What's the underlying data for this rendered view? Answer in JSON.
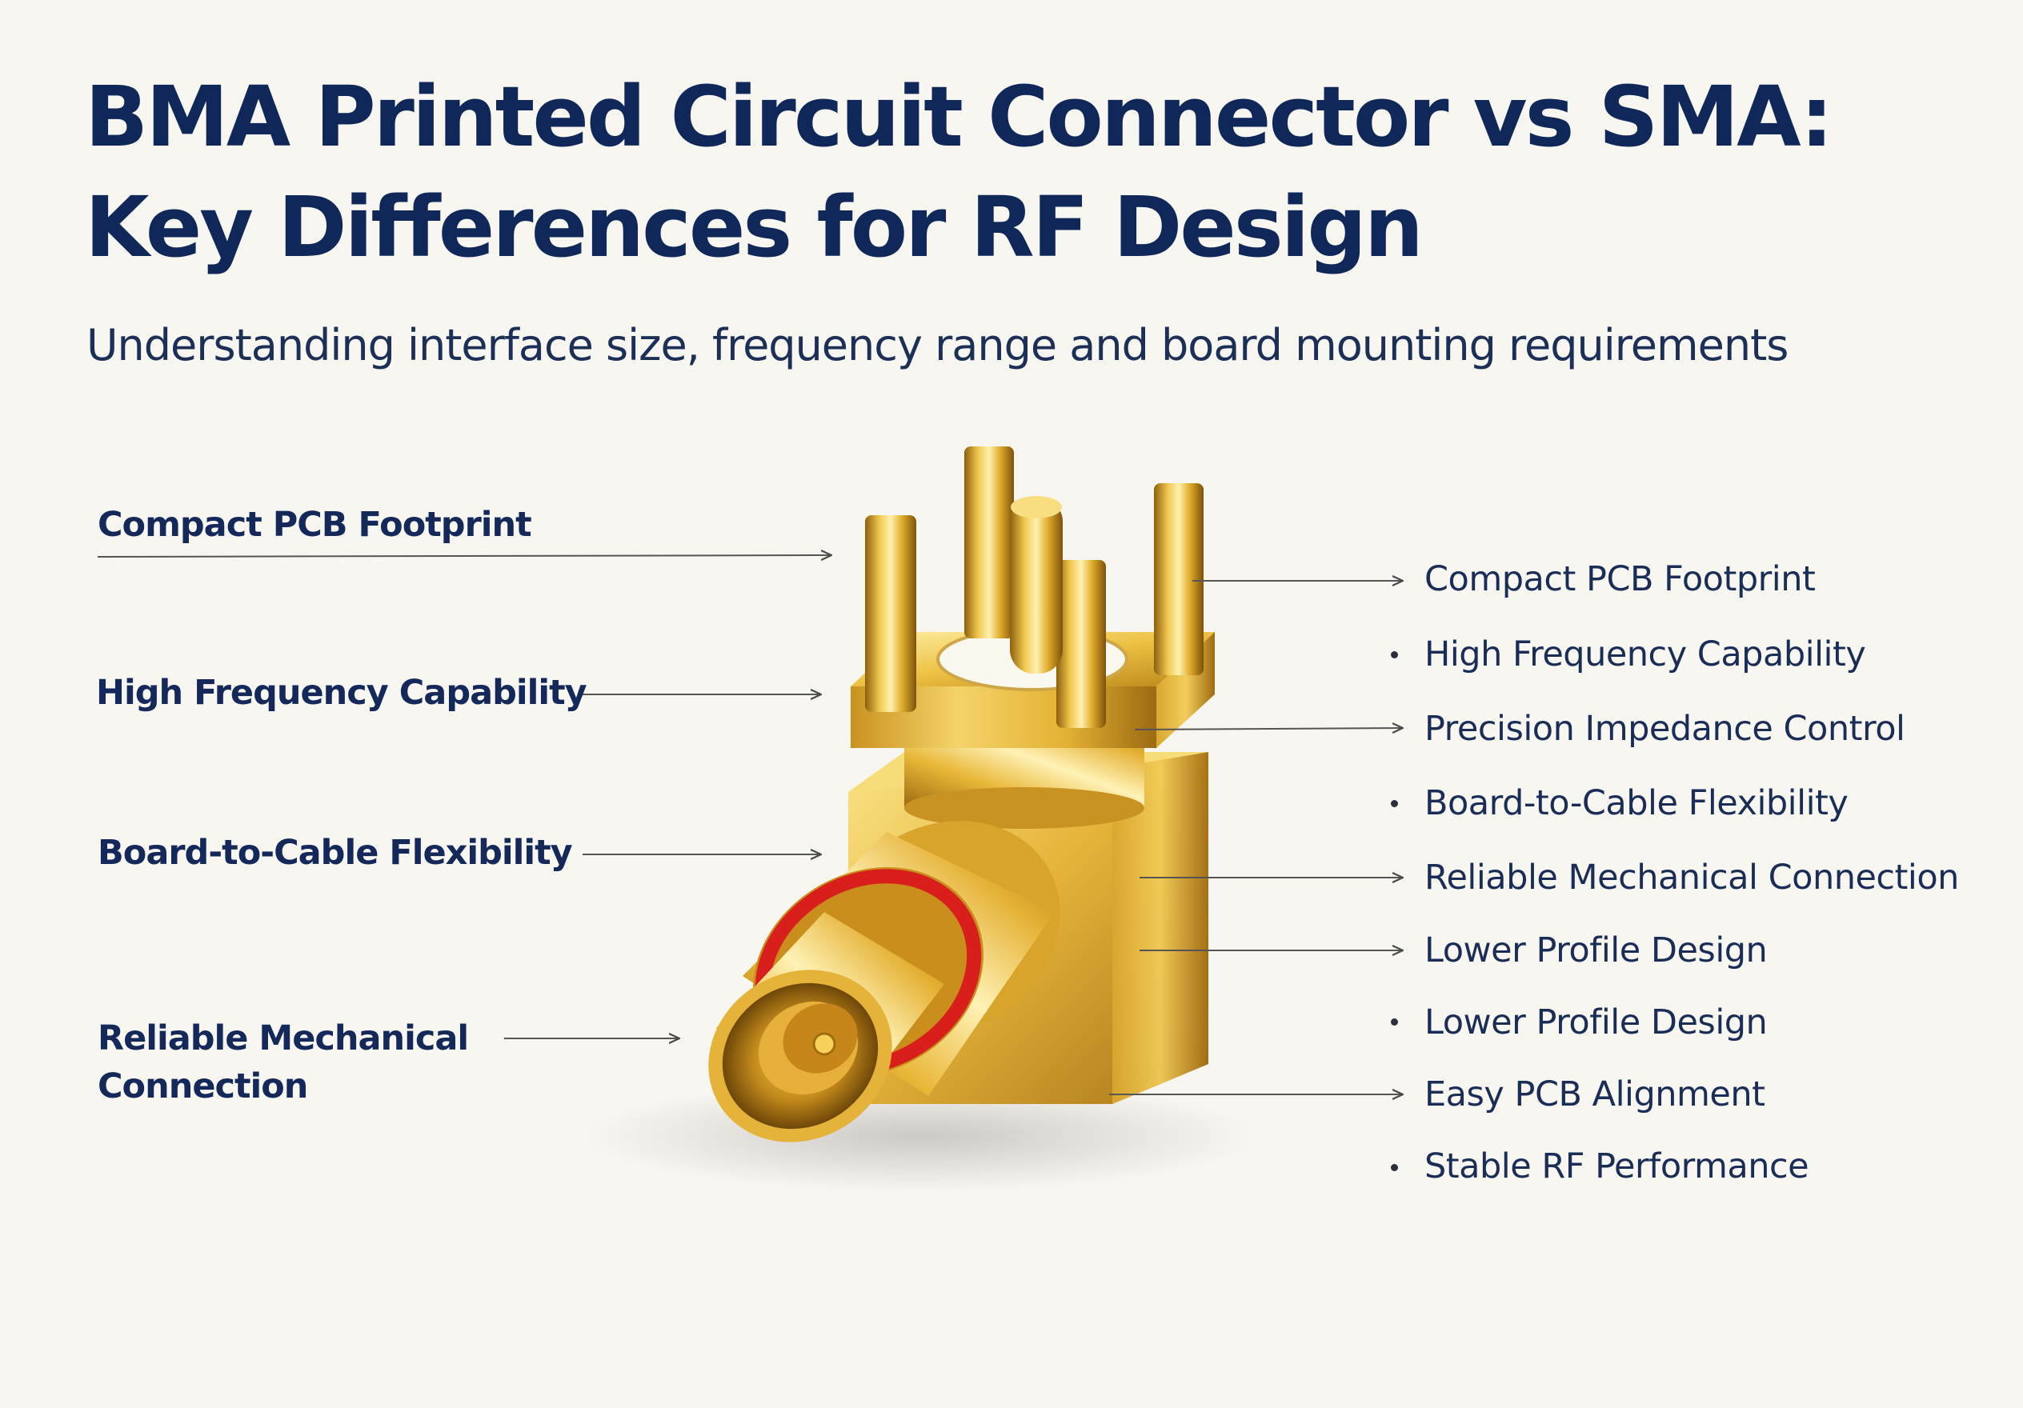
{
  "title": {
    "line1": "BMA Printed Circuit Connector vs SMA:",
    "line2": "Key Differences for RF Design"
  },
  "subtitle": "Understanding interface size, frequency range and board mounting requirements",
  "left_callouts": [
    {
      "label": "Compact PCB Footprint"
    },
    {
      "label": "High Frequency Capability"
    },
    {
      "label": "Board-to-Cable Flexibility"
    },
    {
      "label_line1": "Reliable Mechanical",
      "label_line2": "Connection"
    }
  ],
  "right_callouts": [
    {
      "label": "Compact PCB Footprint",
      "marker": "arrow"
    },
    {
      "label": "High Frequency Capability",
      "marker": "bullet"
    },
    {
      "label": "Precision Impedance Control",
      "marker": "arrow"
    },
    {
      "label": "Board-to-Cable Flexibility",
      "marker": "bullet"
    },
    {
      "label": "Reliable Mechanical Connection",
      "marker": "arrow"
    },
    {
      "label": "Lower Profile Design",
      "marker": "arrow"
    },
    {
      "label": "Lower Profile Design",
      "marker": "bullet"
    },
    {
      "label": "Easy PCB Alignment",
      "marker": "arrow"
    },
    {
      "label": "Stable RF Performance",
      "marker": "bullet"
    }
  ],
  "colors": {
    "title": "#0f2859",
    "background": "#f8f6f1",
    "gold": "#e0b02a",
    "red_ring": "#d8201c",
    "leader_line": "#555555"
  }
}
